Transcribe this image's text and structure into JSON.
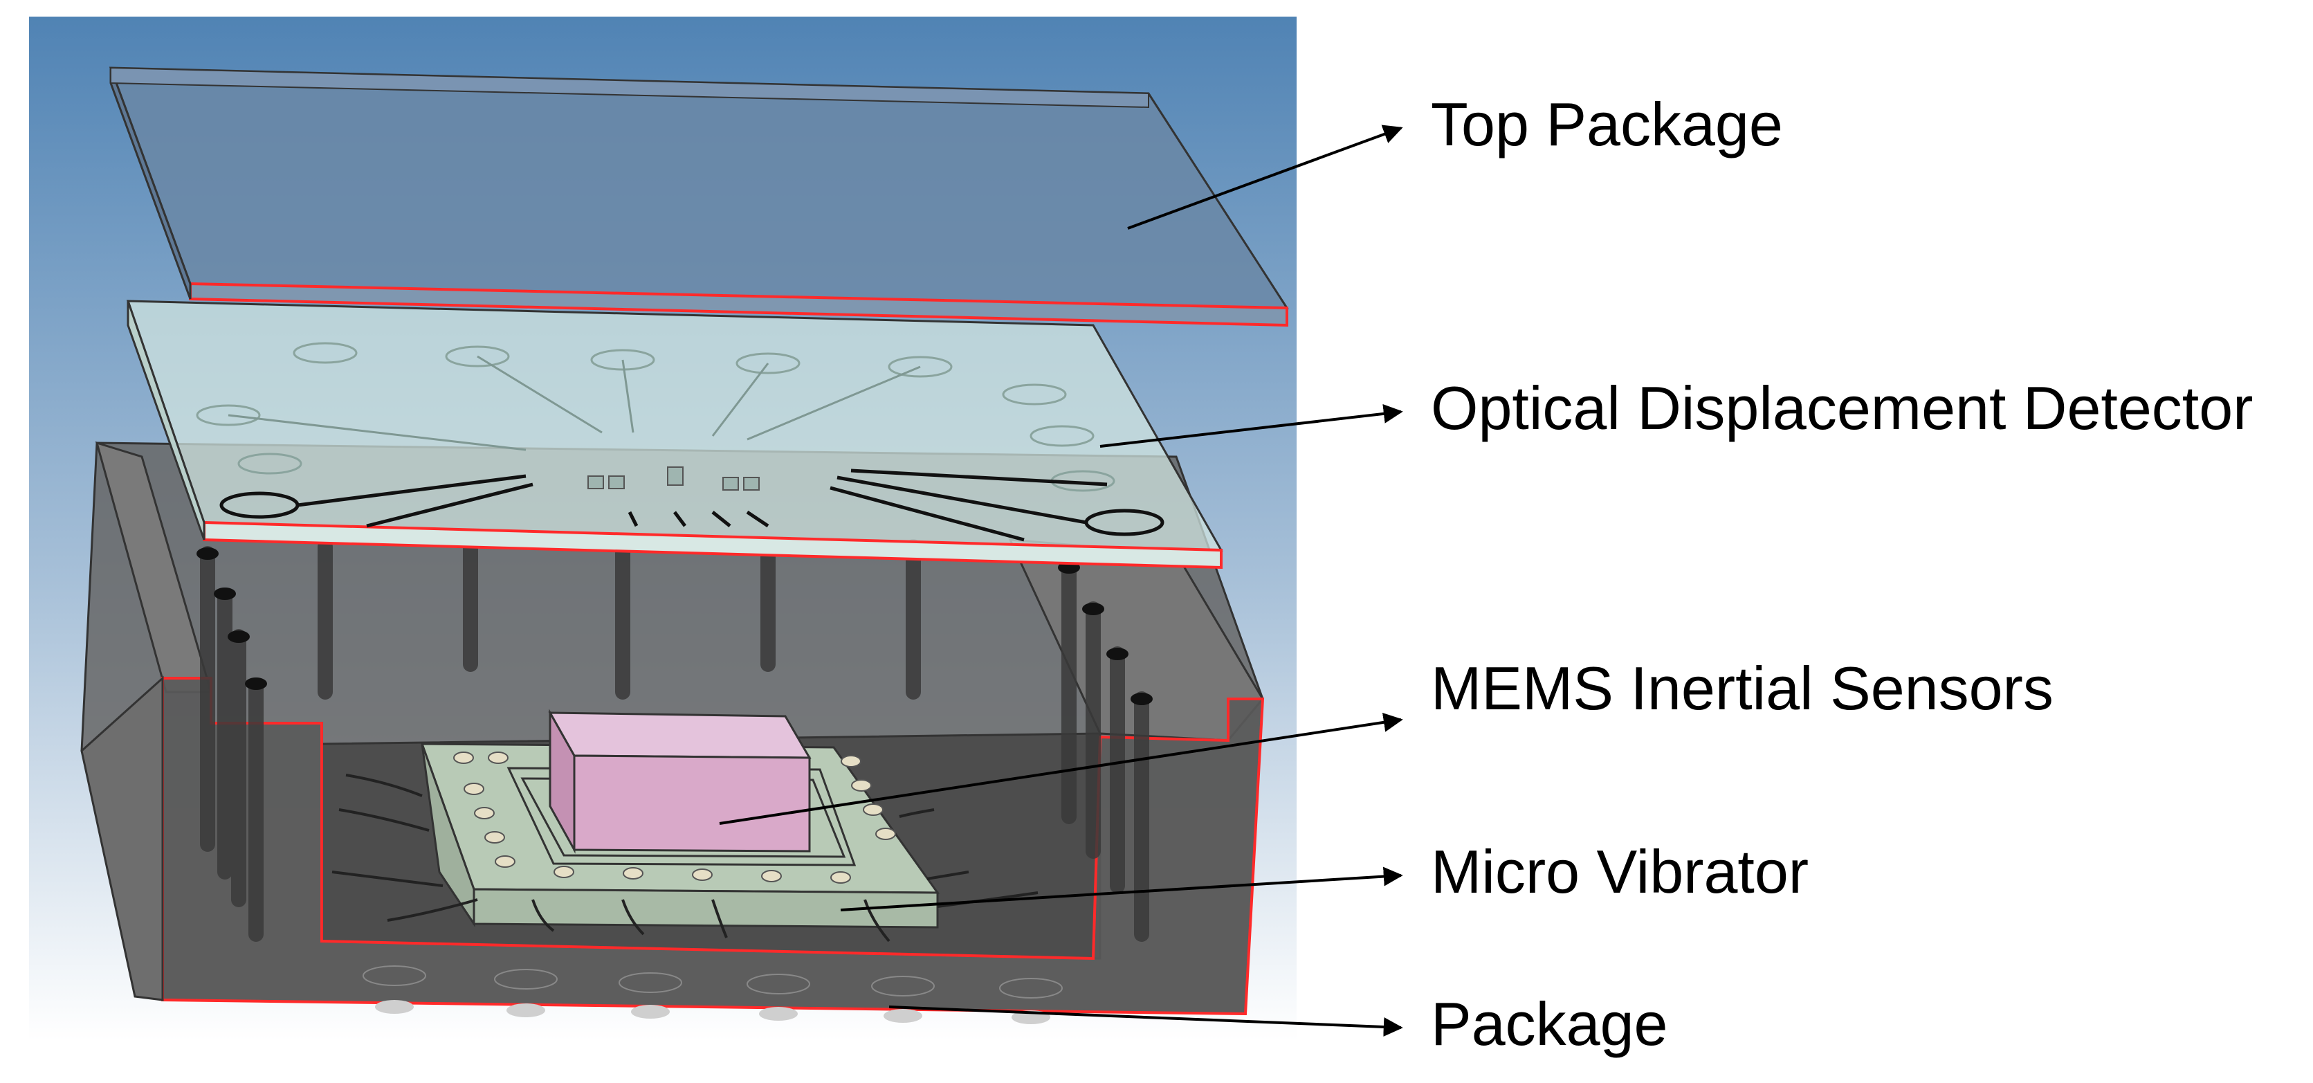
{
  "labels": {
    "top_package": "Top Package",
    "optical_detector": "Optical Displacement Detector",
    "mems_sensors": "MEMS Inertial Sensors",
    "micro_vibrator": "Micro Vibrator",
    "package": "Package"
  },
  "colors": {
    "background_top": "#5586b6",
    "background_bottom": "#ffffff",
    "package_body": "#5b5b5b",
    "edge_highlight": "#ff2a2a",
    "detector_glass": "#c9e0dc",
    "sensor_block": "#d9a9c9",
    "vibrator_board": "#b6c8b4"
  }
}
